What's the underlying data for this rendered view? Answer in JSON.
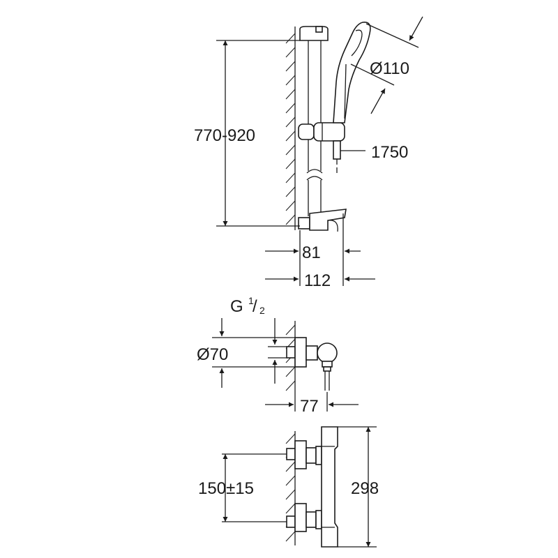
{
  "dimensions": {
    "rail_height": "770-920",
    "handshower_diameter": "Ø110",
    "hose_length": "1750",
    "rail_depth": "81",
    "total_depth": "112",
    "connection_thread": "G",
    "thread_num": "1",
    "thread_den": "2",
    "escutcheon_diameter": "Ø70",
    "connection_depth": "77",
    "centre_distance": "150±15",
    "mixer_height": "298"
  },
  "colors": {
    "line": "#1a1a1a",
    "background": "#ffffff"
  }
}
